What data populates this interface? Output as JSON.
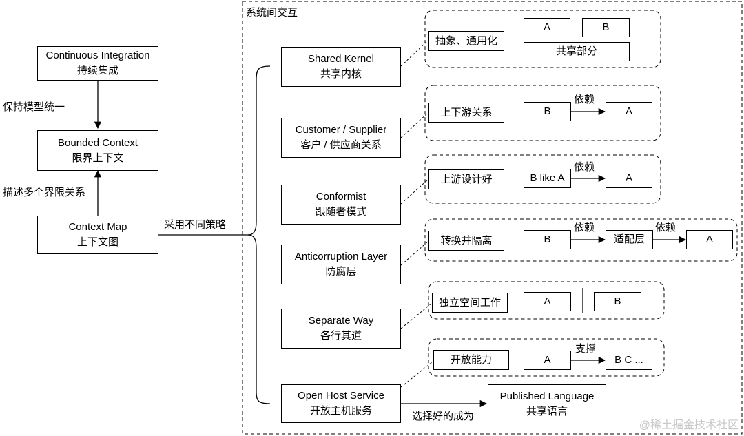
{
  "main": {
    "ci": {
      "en": "Continuous Integration",
      "zh": "持续集成"
    },
    "keep_model": "保持模型统一",
    "bc": {
      "en": "Bounded Context",
      "zh": "限界上下文"
    },
    "describe": "描述多个界限关系",
    "cm": {
      "en": "Context Map",
      "zh": "上下文图"
    },
    "strategy": "采用不同策略"
  },
  "system": {
    "title": "系统间交互",
    "patterns": [
      {
        "en": "Shared Kernel",
        "zh": "共享内核"
      },
      {
        "en": "Customer / Supplier",
        "zh": "客户 / 供应商关系"
      },
      {
        "en": "Conformist",
        "zh": "跟随者模式"
      },
      {
        "en": "Anticorruption Layer",
        "zh": "防腐层"
      },
      {
        "en": "Separate Way",
        "zh": "各行其道"
      },
      {
        "en": "Open Host Service",
        "zh": "开放主机服务"
      }
    ],
    "published": {
      "en": "Published Language",
      "zh": "共享语言"
    },
    "choose": "选择好的成为"
  },
  "details": {
    "shared": {
      "label": "抽象、通用化",
      "a": "A",
      "b": "B",
      "part": "共享部分"
    },
    "customer": {
      "label": "上下游关系",
      "b": "B",
      "dep": "依赖",
      "a": "A"
    },
    "conformist": {
      "label": "上游设计好",
      "blike": "B like A",
      "dep": "依赖",
      "a": "A"
    },
    "acl": {
      "label": "转换并隔离",
      "b": "B",
      "dep1": "依赖",
      "adapter": "适配层",
      "dep2": "依赖",
      "a": "A"
    },
    "separate": {
      "label": "独立空间工作",
      "a": "A",
      "b": "B"
    },
    "ohs": {
      "label": "开放能力",
      "a": "A",
      "support": "支撑",
      "bc": "B C ..."
    }
  },
  "watermark": "@稀土掘金技术社区"
}
